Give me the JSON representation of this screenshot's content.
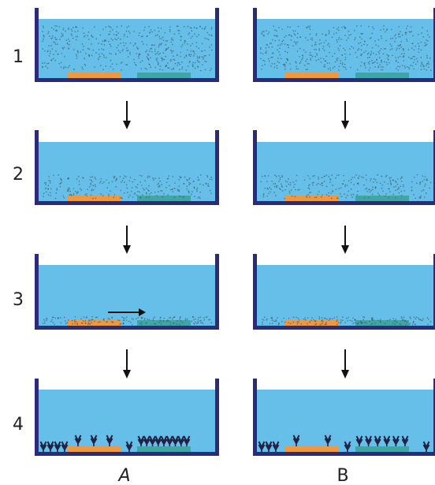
{
  "rows": [
    {
      "label": "1",
      "stage": "particles-suspended"
    },
    {
      "label": "2",
      "stage": "particles-settling"
    },
    {
      "label": "3",
      "stage": "particles-on-floor",
      "flow_arrow_in_column": "A"
    },
    {
      "label": "4",
      "stage": "organisms-attached"
    }
  ],
  "columns": [
    {
      "label": "A",
      "organisms_on_orange_pad": 3,
      "organisms_on_teal_pad": 9,
      "organisms_left_floor": 4,
      "organisms_between_pads": 1,
      "organisms_right_floor": 0
    },
    {
      "label": "B",
      "organisms_on_orange_pad": 2,
      "organisms_on_teal_pad": 6,
      "organisms_left_floor": 3,
      "organisms_between_pads": 1,
      "organisms_right_floor": 1
    }
  ],
  "colors": {
    "water": "#66bfe8",
    "tank_wall": "#2b2b7a",
    "pad_left": "#ee9844",
    "pad_right": "#3fa6a3",
    "particles": "#3f5f6f",
    "organism": "#222244",
    "arrow": "#111111"
  },
  "icons": {
    "organism": "y-shaped-larva-icon",
    "down_arrow": "down-arrow-icon",
    "right_arrow": "right-arrow-icon"
  }
}
